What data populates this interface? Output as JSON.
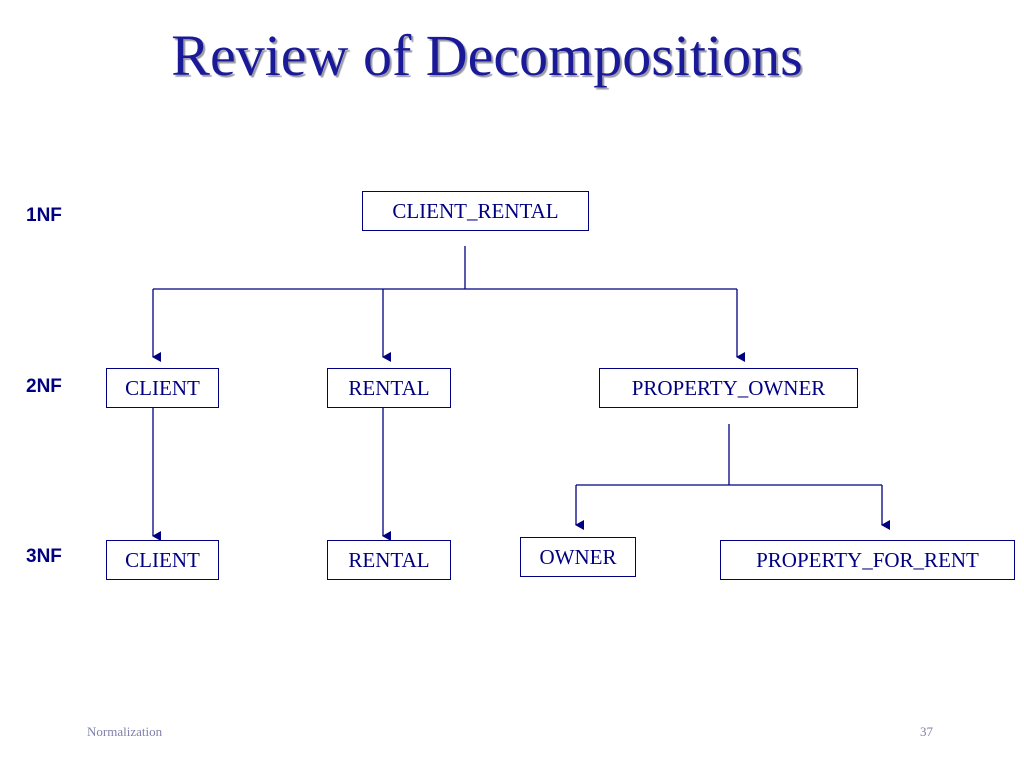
{
  "slide": {
    "title": "Review of Decompositions",
    "footer_left": "Normalization",
    "page_number": "37"
  },
  "levels": {
    "nf1": "1NF",
    "nf2": "2NF",
    "nf3": "3NF"
  },
  "nodes": {
    "client_rental": "CLIENT_RENTAL",
    "client_2nf": "CLIENT",
    "rental_2nf": "RENTAL",
    "property_owner": "PROPERTY_OWNER",
    "client_3nf": "CLIENT",
    "rental_3nf": "RENTAL",
    "owner": "OWNER",
    "property_for_rent": "PROPERTY_FOR_RENT"
  },
  "colors": {
    "title": "#1a1a99",
    "lines": "#000080"
  }
}
